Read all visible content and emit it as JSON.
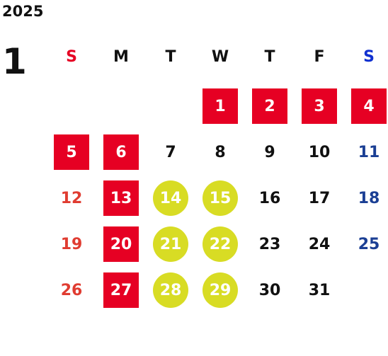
{
  "calendar": {
    "year": "2025",
    "month": "1",
    "weekdays": [
      {
        "label": "S",
        "color": "#e60023"
      },
      {
        "label": "M",
        "color": "#111111"
      },
      {
        "label": "T",
        "color": "#111111"
      },
      {
        "label": "W",
        "color": "#111111"
      },
      {
        "label": "T",
        "color": "#111111"
      },
      {
        "label": "F",
        "color": "#111111"
      },
      {
        "label": "S",
        "color": "#1030d0"
      }
    ],
    "weeks": [
      [
        null,
        null,
        null,
        {
          "day": "1",
          "style": "holiday"
        },
        {
          "day": "2",
          "style": "holiday"
        },
        {
          "day": "3",
          "style": "holiday"
        },
        {
          "day": "4",
          "style": "holiday"
        }
      ],
      [
        {
          "day": "5",
          "style": "holiday"
        },
        {
          "day": "6",
          "style": "holiday"
        },
        {
          "day": "7",
          "style": "normal"
        },
        {
          "day": "8",
          "style": "normal"
        },
        {
          "day": "9",
          "style": "normal"
        },
        {
          "day": "10",
          "style": "normal"
        },
        {
          "day": "11",
          "style": "saturday"
        }
      ],
      [
        {
          "day": "12",
          "style": "sunday"
        },
        {
          "day": "13",
          "style": "holiday"
        },
        {
          "day": "14",
          "style": "event"
        },
        {
          "day": "15",
          "style": "event"
        },
        {
          "day": "16",
          "style": "normal"
        },
        {
          "day": "17",
          "style": "normal"
        },
        {
          "day": "18",
          "style": "saturday"
        }
      ],
      [
        {
          "day": "19",
          "style": "sunday"
        },
        {
          "day": "20",
          "style": "holiday"
        },
        {
          "day": "21",
          "style": "event"
        },
        {
          "day": "22",
          "style": "event"
        },
        {
          "day": "23",
          "style": "normal"
        },
        {
          "day": "24",
          "style": "normal"
        },
        {
          "day": "25",
          "style": "saturday"
        }
      ],
      [
        {
          "day": "26",
          "style": "sunday"
        },
        {
          "day": "27",
          "style": "holiday"
        },
        {
          "day": "28",
          "style": "event"
        },
        {
          "day": "29",
          "style": "event"
        },
        {
          "day": "30",
          "style": "normal"
        },
        {
          "day": "31",
          "style": "normal"
        },
        null
      ]
    ],
    "colors": {
      "holiday_bg": "#e60023",
      "event_bg": "#d8dc24",
      "sunday_text": "#e03c31",
      "saturday_text": "#1b3f94"
    }
  }
}
